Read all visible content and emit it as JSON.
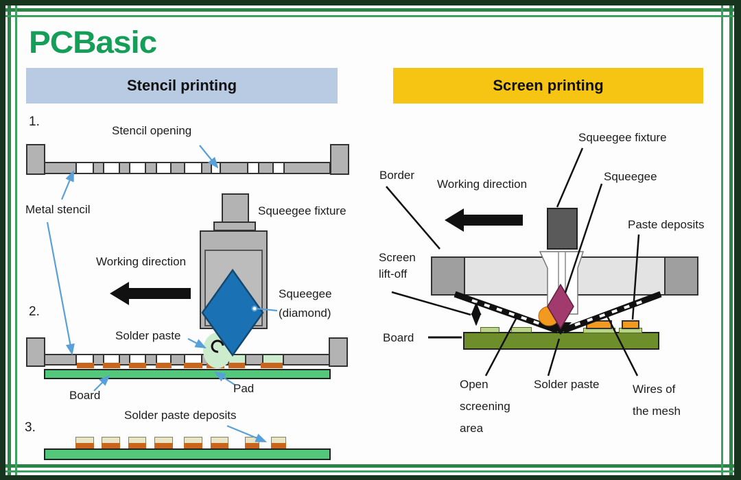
{
  "logo_text": "PCBasic",
  "stencil_panel": {
    "header": "Stencil printing",
    "step1": "1.",
    "step2": "2.",
    "step3": "3.",
    "stencil_opening": "Stencil opening",
    "metal_stencil": "Metal stencil",
    "squeegee_fixture": "Squeegee fixture",
    "working_direction": "Working direction",
    "squeegee_line1": "Squeegee",
    "squeegee_line2": "(diamond)",
    "solder_paste": "Solder paste",
    "board": "Board",
    "pad": "Pad",
    "deposits": "Solder paste deposits"
  },
  "screen_panel": {
    "header": "Screen printing",
    "squeegee_fixture": "Squeegee fixture",
    "squeegee": "Squeegee",
    "border": "Border",
    "working_direction": "Working direction",
    "paste_deposits": "Paste deposits",
    "liftoff_line1": "Screen",
    "liftoff_line2": "lift-off",
    "board": "Board",
    "open_line1": "Open",
    "open_line2": "screening",
    "open_line3": "area",
    "solder_paste": "Solder paste",
    "wires_line1": "Wires of",
    "wires_line2": "the mesh"
  },
  "colors": {
    "frame-dark": "#17351e",
    "frame-green": "#2c8448",
    "frame-green2": "#3da05e",
    "logo-green": "#149e58",
    "header-blue": "#b9cbe3",
    "header-yellow": "#f6c513",
    "stencil-gray": "#b3b3b3",
    "squeegee-blue": "#1a72b5",
    "paste-green": "#cdebcd",
    "board-green": "#53c87a",
    "pad-orange": "#c9651d",
    "deposit-tan": "#e9e4c4",
    "screen-gray": "#e3e3e3",
    "screen-cap-gray": "#9f9f9f",
    "fixture-dark": "#5a5a5a",
    "squeegee-magenta": "#a23a6d",
    "solder-orange": "#f2991f",
    "board-olive": "#6e8d2b",
    "leader-blue": "#58a0d8"
  }
}
